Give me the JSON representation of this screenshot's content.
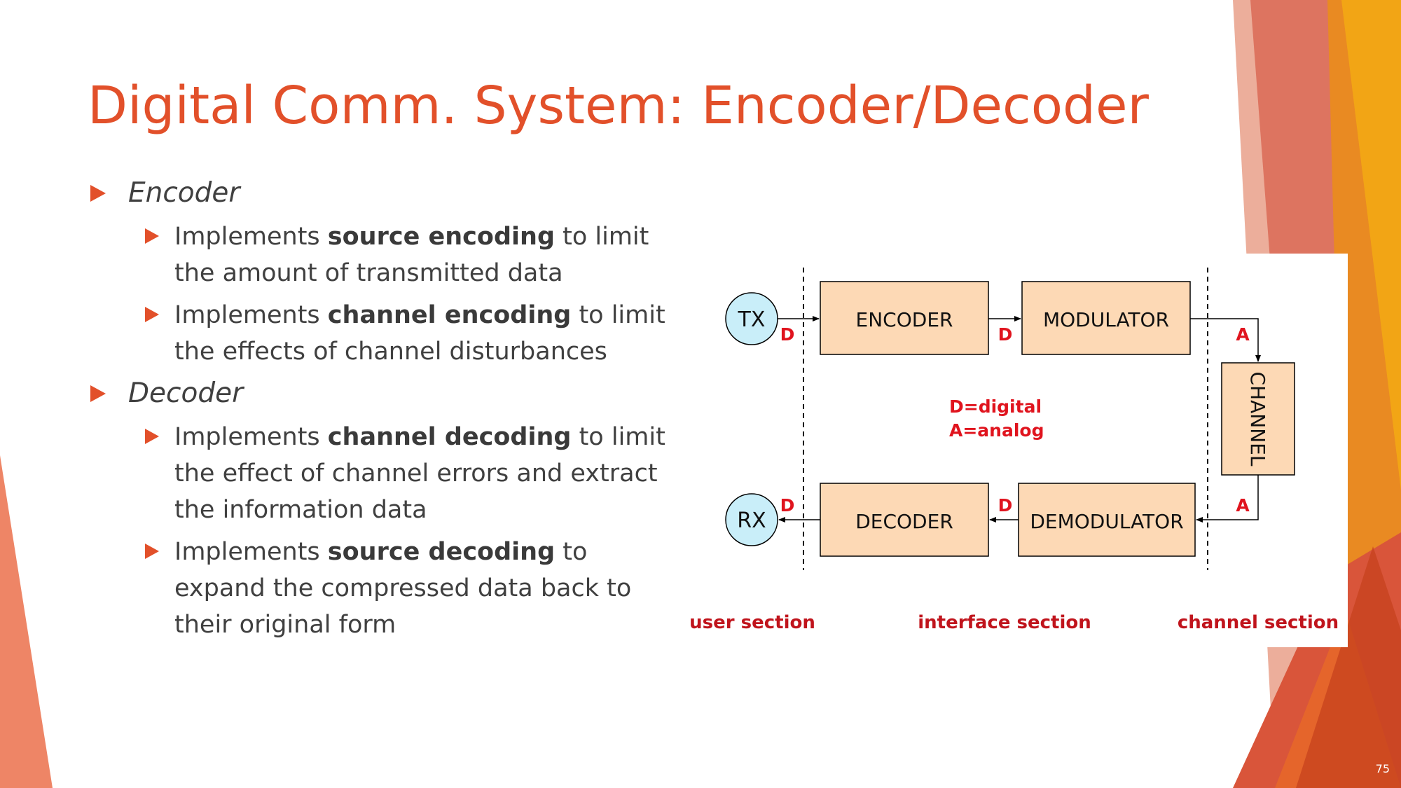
{
  "slide": {
    "title": "Digital Comm. System: Encoder/Decoder",
    "page_number": "75"
  },
  "bullets": [
    {
      "label": "Encoder",
      "items": [
        {
          "before": "Implements ",
          "bold": "source encoding",
          "after": " to limit the amount of transmitted data"
        },
        {
          "before": "Implements ",
          "bold": "channel encoding",
          "after": " to limit the effects of channel disturbances"
        }
      ]
    },
    {
      "label": "Decoder",
      "items": [
        {
          "before": "Implements ",
          "bold": "channel decoding",
          "after": " to limit the effect of channel errors and extract the information data"
        },
        {
          "before": "Implements ",
          "bold": "source decoding",
          "after": " to expand the compressed data back to their original form"
        }
      ]
    }
  ],
  "diagram": {
    "tx": "TX",
    "rx": "RX",
    "encoder": "ENCODER",
    "modulator": "MODULATOR",
    "channel": "CHANNEL",
    "decoder": "DECODER",
    "demodulator": "DEMODULATOR",
    "sig_d": "D",
    "sig_a": "A",
    "legend_digital": "D=digital",
    "legend_analog": "A=analog",
    "user_section": "user section",
    "interface_section": "interface section",
    "channel_section": "channel section"
  },
  "colors": {
    "accent": "#e2502a",
    "box_fill": "#fdd9b5",
    "node_fill": "#c9eef9",
    "signal_red": "#e0141e",
    "section_red": "#c0141c"
  }
}
